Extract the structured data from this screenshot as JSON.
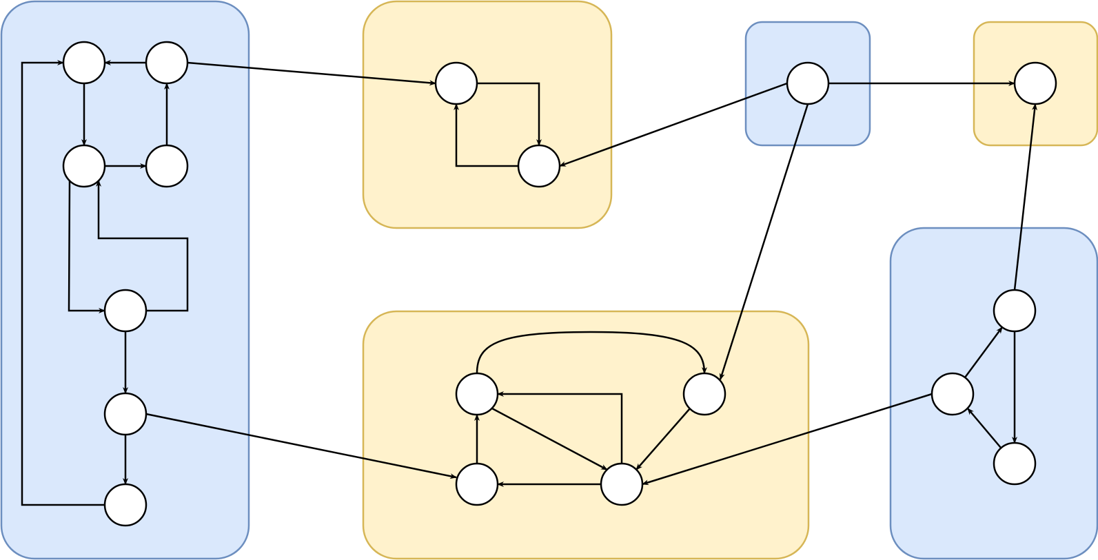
{
  "diagram": {
    "kind": "directed-graph-of-node-clusters",
    "colors": {
      "blue_fill": "#dae8fc",
      "blue_stroke": "#6c8ebf",
      "yellow_fill": "#fff2cc",
      "yellow_stroke": "#d6b656",
      "node_fill": "#ffffff",
      "edge": "#000000"
    },
    "groups": [
      {
        "id": "g1",
        "color": "blue"
      },
      {
        "id": "g2",
        "color": "yellow"
      },
      {
        "id": "g3",
        "color": "blue"
      },
      {
        "id": "g4",
        "color": "yellow"
      },
      {
        "id": "g5",
        "color": "yellow"
      },
      {
        "id": "g6",
        "color": "blue"
      }
    ],
    "nodes": [
      {
        "id": "a1",
        "group": "g1"
      },
      {
        "id": "a2",
        "group": "g1"
      },
      {
        "id": "a3",
        "group": "g1"
      },
      {
        "id": "a4",
        "group": "g1"
      },
      {
        "id": "a5",
        "group": "g1"
      },
      {
        "id": "a6",
        "group": "g1"
      },
      {
        "id": "a7",
        "group": "g1"
      },
      {
        "id": "b1",
        "group": "g2"
      },
      {
        "id": "b2",
        "group": "g2"
      },
      {
        "id": "c1",
        "group": "g3"
      },
      {
        "id": "d1",
        "group": "g4"
      },
      {
        "id": "e1",
        "group": "g5"
      },
      {
        "id": "e2",
        "group": "g5"
      },
      {
        "id": "e3",
        "group": "g5"
      },
      {
        "id": "e4",
        "group": "g5"
      },
      {
        "id": "f1",
        "group": "g6"
      },
      {
        "id": "f2",
        "group": "g6"
      },
      {
        "id": "f3",
        "group": "g6"
      }
    ],
    "edges": [
      {
        "from": "a2",
        "to": "a1"
      },
      {
        "from": "a1",
        "to": "a3"
      },
      {
        "from": "a3",
        "to": "a4"
      },
      {
        "from": "a4",
        "to": "a2"
      },
      {
        "from": "a3",
        "to": "a5"
      },
      {
        "from": "a5",
        "to": "a3"
      },
      {
        "from": "a5",
        "to": "a6"
      },
      {
        "from": "a6",
        "to": "a7"
      },
      {
        "from": "a7",
        "to": "a1"
      },
      {
        "from": "a2",
        "to": "b1"
      },
      {
        "from": "b1",
        "to": "b2"
      },
      {
        "from": "b2",
        "to": "b1"
      },
      {
        "from": "c1",
        "to": "b2"
      },
      {
        "from": "c1",
        "to": "d1"
      },
      {
        "from": "c1",
        "to": "e2"
      },
      {
        "from": "a6",
        "to": "e3"
      },
      {
        "from": "e1",
        "to": "e2"
      },
      {
        "from": "e4",
        "to": "e1"
      },
      {
        "from": "e1",
        "to": "e4"
      },
      {
        "from": "e2",
        "to": "e4"
      },
      {
        "from": "e4",
        "to": "e3"
      },
      {
        "from": "e3",
        "to": "e1"
      },
      {
        "from": "f1",
        "to": "e4"
      },
      {
        "from": "f1",
        "to": "f2"
      },
      {
        "from": "f2",
        "to": "f3"
      },
      {
        "from": "f3",
        "to": "f1"
      },
      {
        "from": "f2",
        "to": "d1"
      }
    ]
  }
}
